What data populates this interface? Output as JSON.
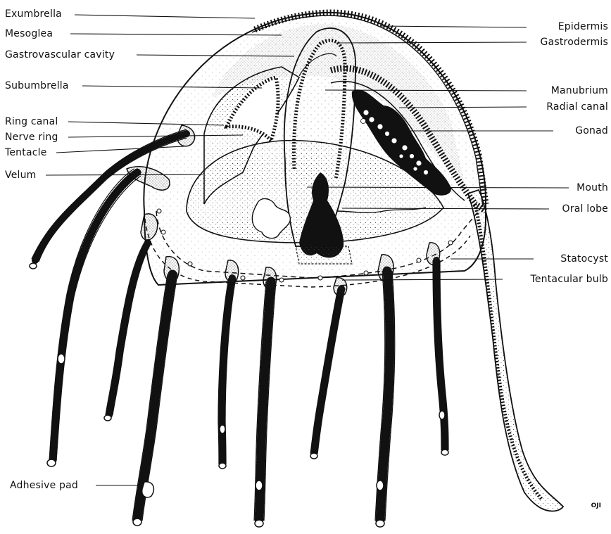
{
  "labels_left": [
    {
      "id": "exumbrella",
      "text": "Exumbrella"
    },
    {
      "id": "mesoglea",
      "text": "Mesoglea"
    },
    {
      "id": "gastrovascular",
      "text": "Gastrovascular cavity"
    },
    {
      "id": "subumbrella",
      "text": "Subumbrella"
    },
    {
      "id": "ringcanal",
      "text": "Ring canal"
    },
    {
      "id": "nervering",
      "text": "Nerve ring"
    },
    {
      "id": "tentacle",
      "text": "Tentacle"
    },
    {
      "id": "velum",
      "text": "Velum"
    },
    {
      "id": "adhesivepad",
      "text": "Adhesive pad"
    }
  ],
  "labels_right": [
    {
      "id": "epidermis",
      "text": "Epidermis"
    },
    {
      "id": "gastrodermis",
      "text": "Gastrodermis"
    },
    {
      "id": "manubrium",
      "text": "Manubrium"
    },
    {
      "id": "radialcanal",
      "text": "Radial canal"
    },
    {
      "id": "gonad",
      "text": "Gonad"
    },
    {
      "id": "mouth",
      "text": "Mouth"
    },
    {
      "id": "orallobe",
      "text": "Oral lobe"
    },
    {
      "id": "statocyst",
      "text": "Statocyst"
    },
    {
      "id": "tentacularbulb",
      "text": "Tentacular bulb"
    }
  ],
  "credit": "OJI"
}
